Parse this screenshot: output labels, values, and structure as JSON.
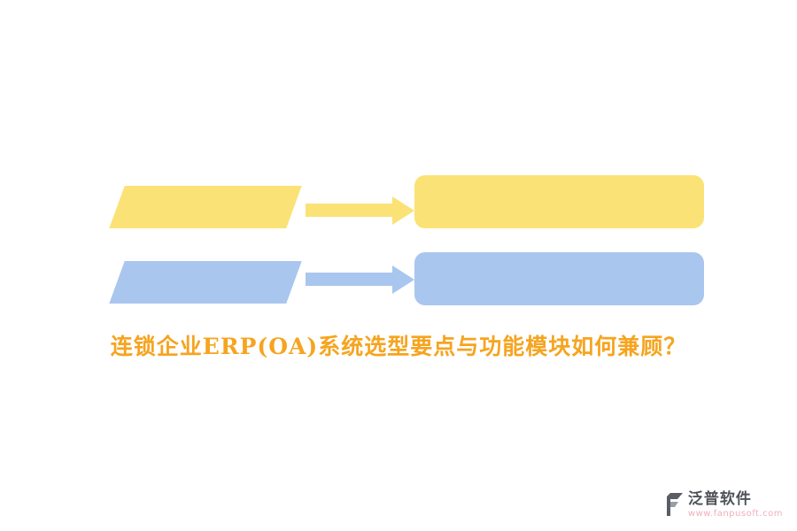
{
  "title": {
    "text": "连锁企业ERP(OA)系统选型要点与功能模块如何兼顾？"
  },
  "diagram": {
    "rows": [
      {
        "name": "yellow-row",
        "color": "#fbe276",
        "shapes": [
          "parallelogram",
          "arrow-right",
          "rounded-rectangle"
        ]
      },
      {
        "name": "blue-row",
        "color": "#a9c6ef",
        "shapes": [
          "parallelogram",
          "arrow-right",
          "rounded-rectangle"
        ]
      }
    ]
  },
  "footer": {
    "brand": "泛普软件",
    "url": "www.fanpusoft.com"
  },
  "colors": {
    "yellow": "#fbe276",
    "blue": "#a9c6ef",
    "title": "#f6a41f",
    "pink": "#f2aebd"
  }
}
